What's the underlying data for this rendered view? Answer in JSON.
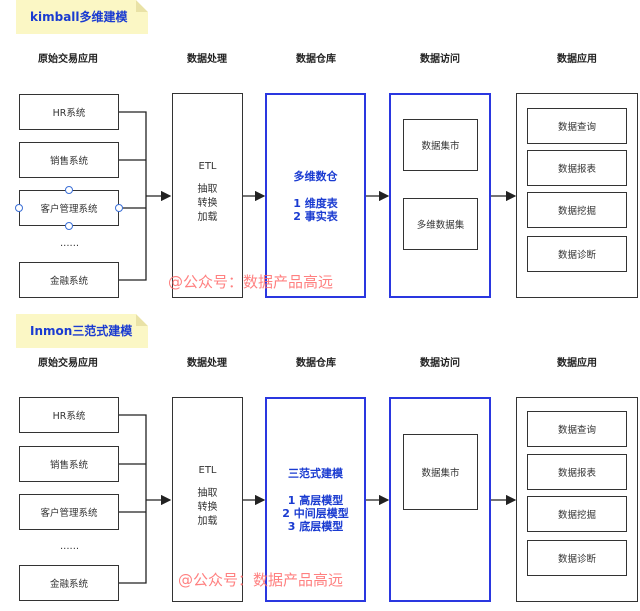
{
  "kimball": {
    "title": "kimball多维建模",
    "headers": [
      "原始交易应用",
      "数据处理",
      "数据仓库",
      "数据访问",
      "数据应用"
    ],
    "sources": [
      "HR系统",
      "销售系统",
      "客户管理系统",
      "......",
      "金融系统"
    ],
    "etl": [
      "ETL",
      "抽取",
      "转换",
      "加载"
    ],
    "warehouse_title": "多维数仓",
    "warehouse_items": [
      "1 维度表",
      "2 事实表"
    ],
    "access": [
      "数据集市",
      "多维数据集"
    ],
    "apps": [
      "数据查询",
      "数据报表",
      "数据挖掘",
      "数据诊断"
    ],
    "watermark": "@公众号：数据产品高远"
  },
  "inmon": {
    "title": "Inmon三范式建模",
    "headers": [
      "原始交易应用",
      "数据处理",
      "数据仓库",
      "数据访问",
      "数据应用"
    ],
    "sources": [
      "HR系统",
      "销售系统",
      "客户管理系统",
      "......",
      "金融系统"
    ],
    "etl": [
      "ETL",
      "抽取",
      "转换",
      "加载"
    ],
    "warehouse_title": "三范式建模",
    "warehouse_items": [
      "1 高层模型",
      "2 中间层模型",
      "3 底层模型"
    ],
    "access": [
      "数据集市"
    ],
    "apps": [
      "数据查询",
      "数据报表",
      "数据挖掘",
      "数据诊断"
    ],
    "watermark": "@公众号：数据产品高远"
  }
}
